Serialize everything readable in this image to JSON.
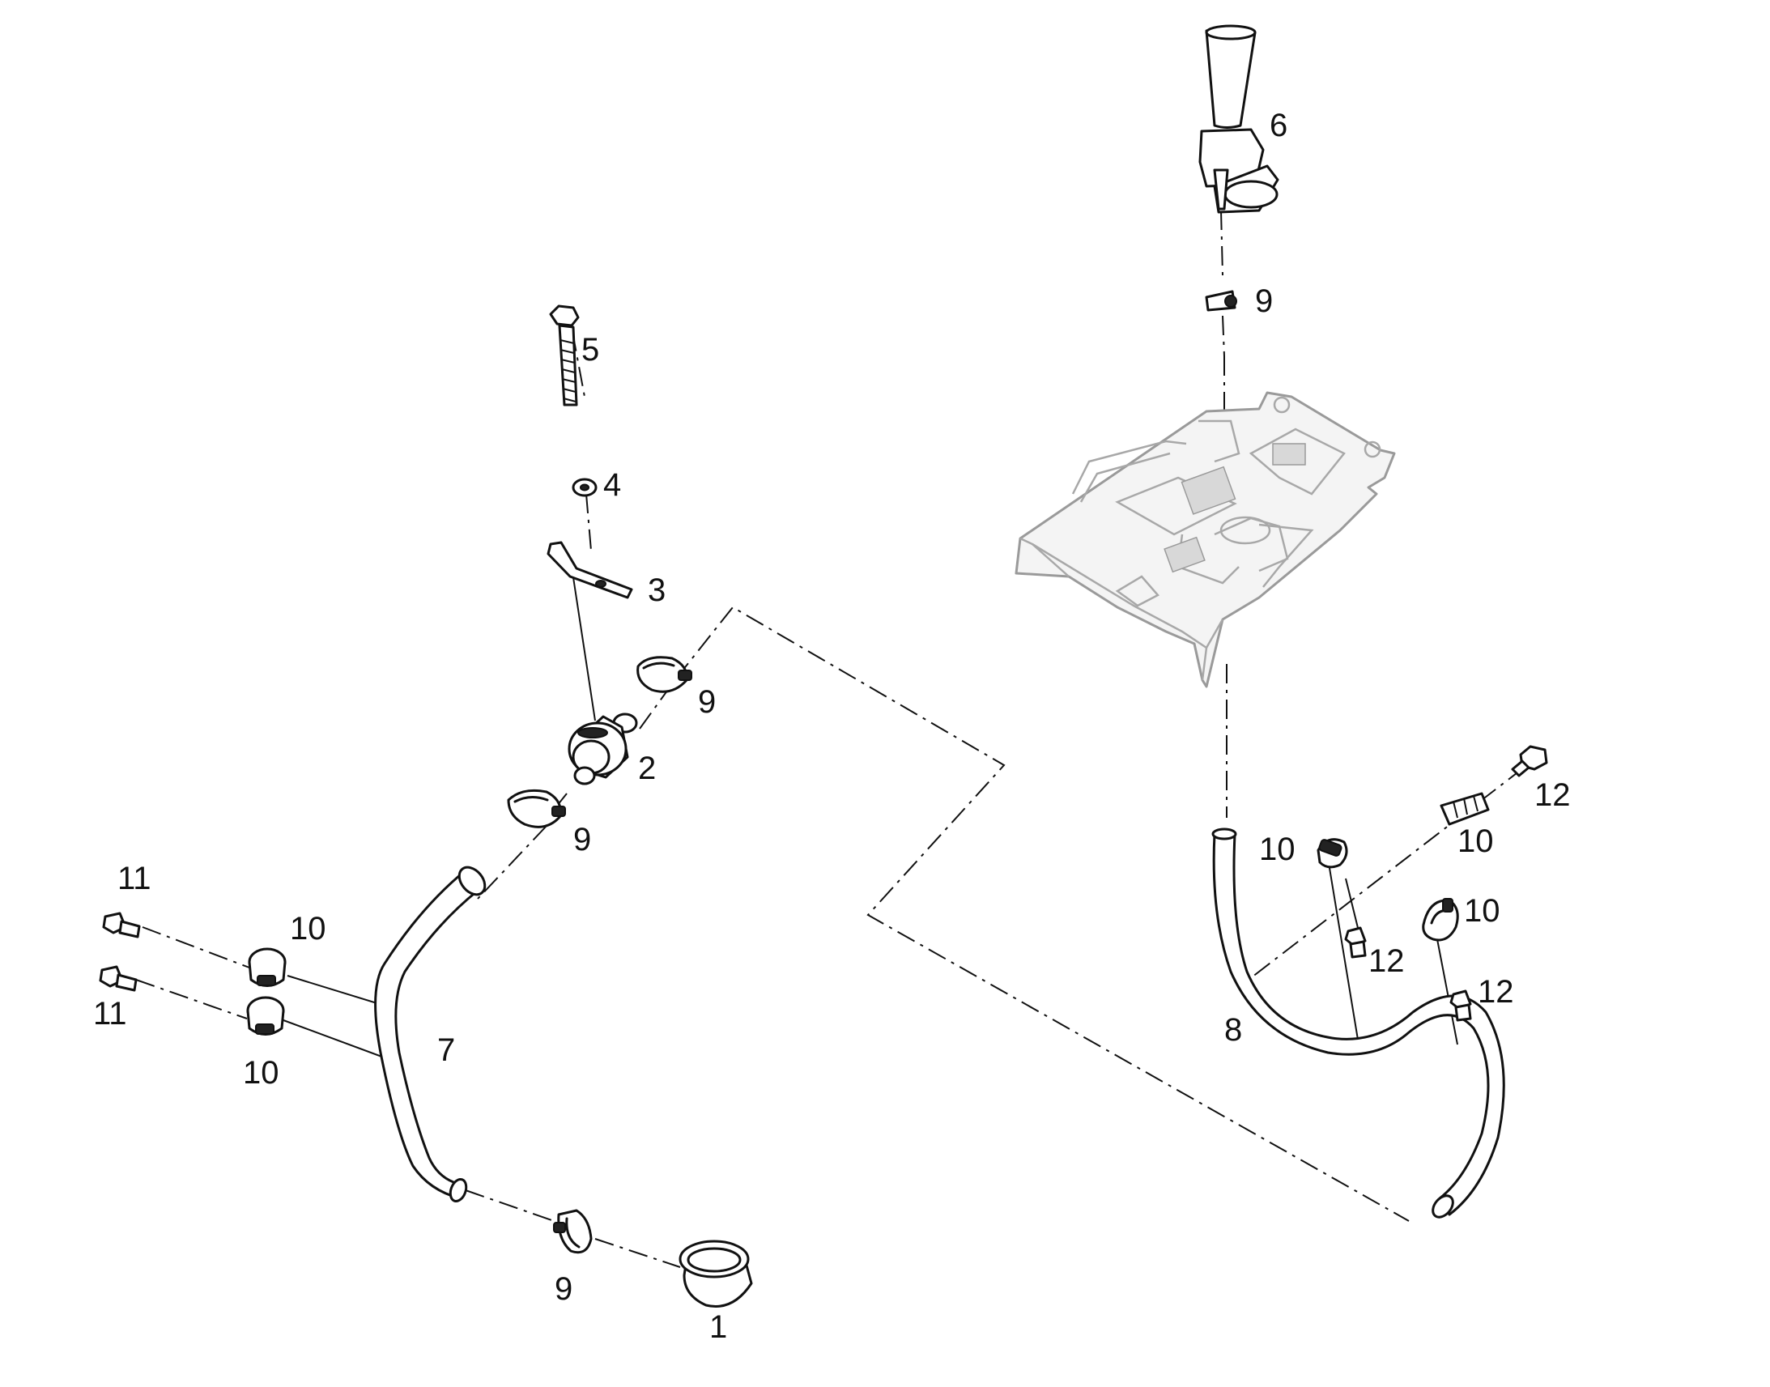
{
  "diagram": {
    "callouts": {
      "c1": "1",
      "c2": "2",
      "c3": "3",
      "c4": "4",
      "c5": "5",
      "c6": "6",
      "c7": "7",
      "c8": "8",
      "c9_top": "9",
      "c9_upper": "9",
      "c9_lower": "9",
      "c9_bottom": "9",
      "c10_l1": "10",
      "c10_l2": "10",
      "c10_r1": "10",
      "c10_r2": "10",
      "c10_r3": "10",
      "c11_a": "11",
      "c11_b": "11",
      "c12_a": "12",
      "c12_b": "12",
      "c12_c": "12"
    },
    "colors": {
      "ink": "#111111",
      "platform_ink": "#9a9a9a"
    }
  }
}
